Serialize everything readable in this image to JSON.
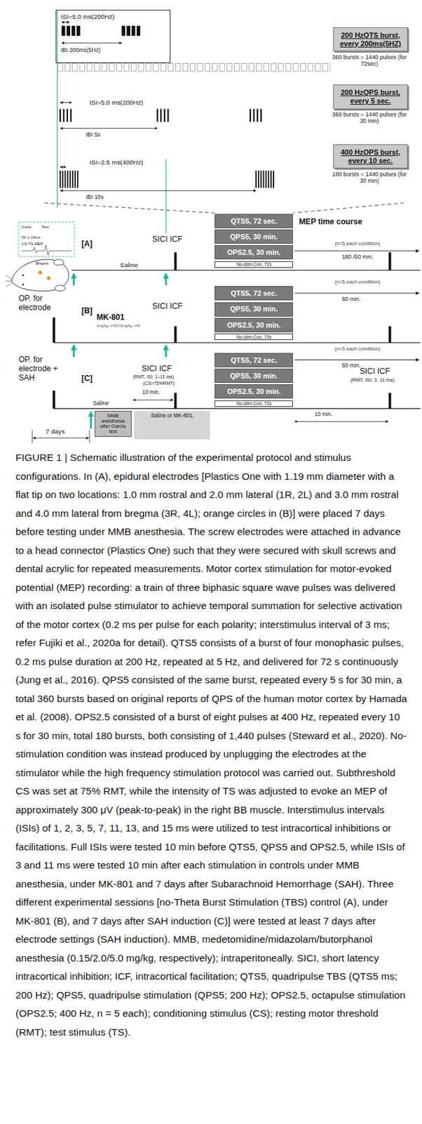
{
  "diagram": {
    "caption": "FIGURE 1 | Schematic illustration of the experimental protocol and stimulus configurations. In (A), epidural electrodes [Plastics One with 1.19 mm diameter with a flat tip on two locations: 1.0 mm rostral and 2.0 mm lateral (1R, 2L) and 3.0 mm rostral and 4.0 mm lateral from bregma (3R, 4L); orange circles in (B)] were placed 7 days before testing under MMB anesthesia. The screw electrodes were attached in advance to a head connector (Plastics One) such that they were secured with skull screws and dental acrylic for repeated measurements. Motor cortex stimulation for motor-evoked potential (MEP) recording: a train of three biphasic square wave pulses was delivered with an isolated pulse stimulator to achieve temporal summation for selective activation of the motor cortex (0.2 ms per pulse for each polarity; interstimulus interval of 3 ms; refer Fujiki et al., 2020a for detail). QTS5 consists of a burst of four monophasic pulses, 0.2 ms pulse duration at 200 Hz, repeated at 5 Hz, and delivered for 72 s continuously (Jung et al., 2016). QPS5 consisted of the same burst, repeated every 5 s for 30 min, a total 360 bursts based on original reports of QPS of the human motor cortex by Hamada et al. (2008). OPS2.5 consisted of a burst of eight pulses at 400 Hz, repeated every 10 s for 30 min, total 180 bursts, both consisting of 1,440 pulses (Steward et al., 2020). No-stimulation condition was instead produced by unplugging the electrodes at the stimulator while the high frequency stimulation protocol was carried out. Subthreshold CS was set at 75% RMT, while the intensity of TS was adjusted to evoke an MEP of approximately 300 μV (peak-to-peak) in the right BB muscle. Interstimulus intervals (ISIs) of 1, 2, 3, 5, 7, 11, 13, and 15 ms were utilized to test intracortical inhibitions or facilitations. Full ISIs were tested 10 min before QTS5, QPS5 and OPS2.5, while ISIs of 3 and 11 ms were tested 10 min after each stimulation in controls under MMB anesthesia, under MK-801 and 7 days after Subarachnoid Hemorrhage (SAH). Three different experimental sessions [no-Theta Burst Stimulation (TBS) control (A), under MK-801 (B), and 7 days after SAH induction (C)] were tested at least 7 days after electrode settings (SAH induction). MMB, medetomidine/midazolam/butorphanol anesthesia (0.15/2.0/5.0 mg/kg, respectively); intraperitoneally. SICI, short latency intracortical inhibition; ICF, intracortical facilitation; QTS5, quadripulse TBS (QTS5 ms; 200 Hz); QPS5, quadripulse stimulation (QPS5; 200 Hz); OPS2.5, octapulse stimulation (OPS2.5; 400 Hz, n = 5 each); conditioning stimulus (CS); resting motor threshold (RMT); test stimulus (TS).",
    "nodes": [
      {
        "text": [
          "ISI=5.0 ms(200Hz)",
          "IBI 200ms(5Hz)"
        ]
      },
      {
        "text": [
          "200 HzQTS burst, every 200ms(5HZ)"
        ]
      },
      {
        "text": [
          "200 HzQPS burst, every 5 sec."
        ]
      },
      {
        "text": [
          "400 HzOPS burst, every 10 sec."
        ]
      },
      {
        "text": [
          "QTS5, 72 sec."
        ]
      },
      {
        "text": [
          "QPS5, 30 min."
        ]
      },
      {
        "text": [
          "OPS2.5, 30 min."
        ]
      },
      {
        "text": [
          "No-stim.Con, 72s"
        ]
      },
      {
        "text": [
          "QTS5, 72 sec."
        ]
      },
      {
        "text": [
          "QPS5, 30 min."
        ]
      },
      {
        "text": [
          "OPS2.5, 30 min."
        ]
      },
      {
        "text": [
          "No-stim.Con, 72s"
        ]
      },
      {
        "text": [
          "QTS5, 72 sec."
        ]
      },
      {
        "text": [
          "QPS5, 30 min."
        ]
      },
      {
        "text": [
          "OPS2.5, 30 min."
        ]
      },
      {
        "text": [
          "No-stim.Con, 72s"
        ]
      },
      {
        "text": [
          "MMB anesthesia after Garcia test"
        ]
      },
      {
        "text": [
          "Saline or MK-801,"
        ]
      }
    ],
    "labels": [
      "360 bursts = 1440 pulses (for 72sec)",
      "360 bursts = 1440 pulses (for 30 min)",
      "180 bursts = 1440 pulses (for 30 min)",
      "ISI=5.0 ms(200Hz)",
      "IBI 5s",
      "ISI=2.5 ms(400Hz)",
      "IBI 10s",
      "Cond.",
      "Test",
      "ISI 1-15ms",
      "CS-TS-MEP",
      "Bregma",
      "[A]",
      "Saline",
      "SICI ICF",
      "MEP time course",
      "(n=5,each condition)",
      "180 /60 min.",
      "OP. for electrode",
      "[B]",
      "MK-801",
      "1mg/kg, n=5;0.5mg/kg, n=5",
      "SICI ICF",
      "(n=5,each condition)",
      "60 min.",
      "OP. for electrode + SAH",
      "[C]",
      "Saline",
      "SICI ICF",
      "(RMT, ISI; 1–11 ms)",
      "(CS=75%RMT)",
      "10 min.",
      "(n=5 each condition)",
      "60 min.",
      "SICI ICF",
      "(RMT, ISI; 3, 11 ms)",
      "10 min.",
      "7 days"
    ]
  }
}
